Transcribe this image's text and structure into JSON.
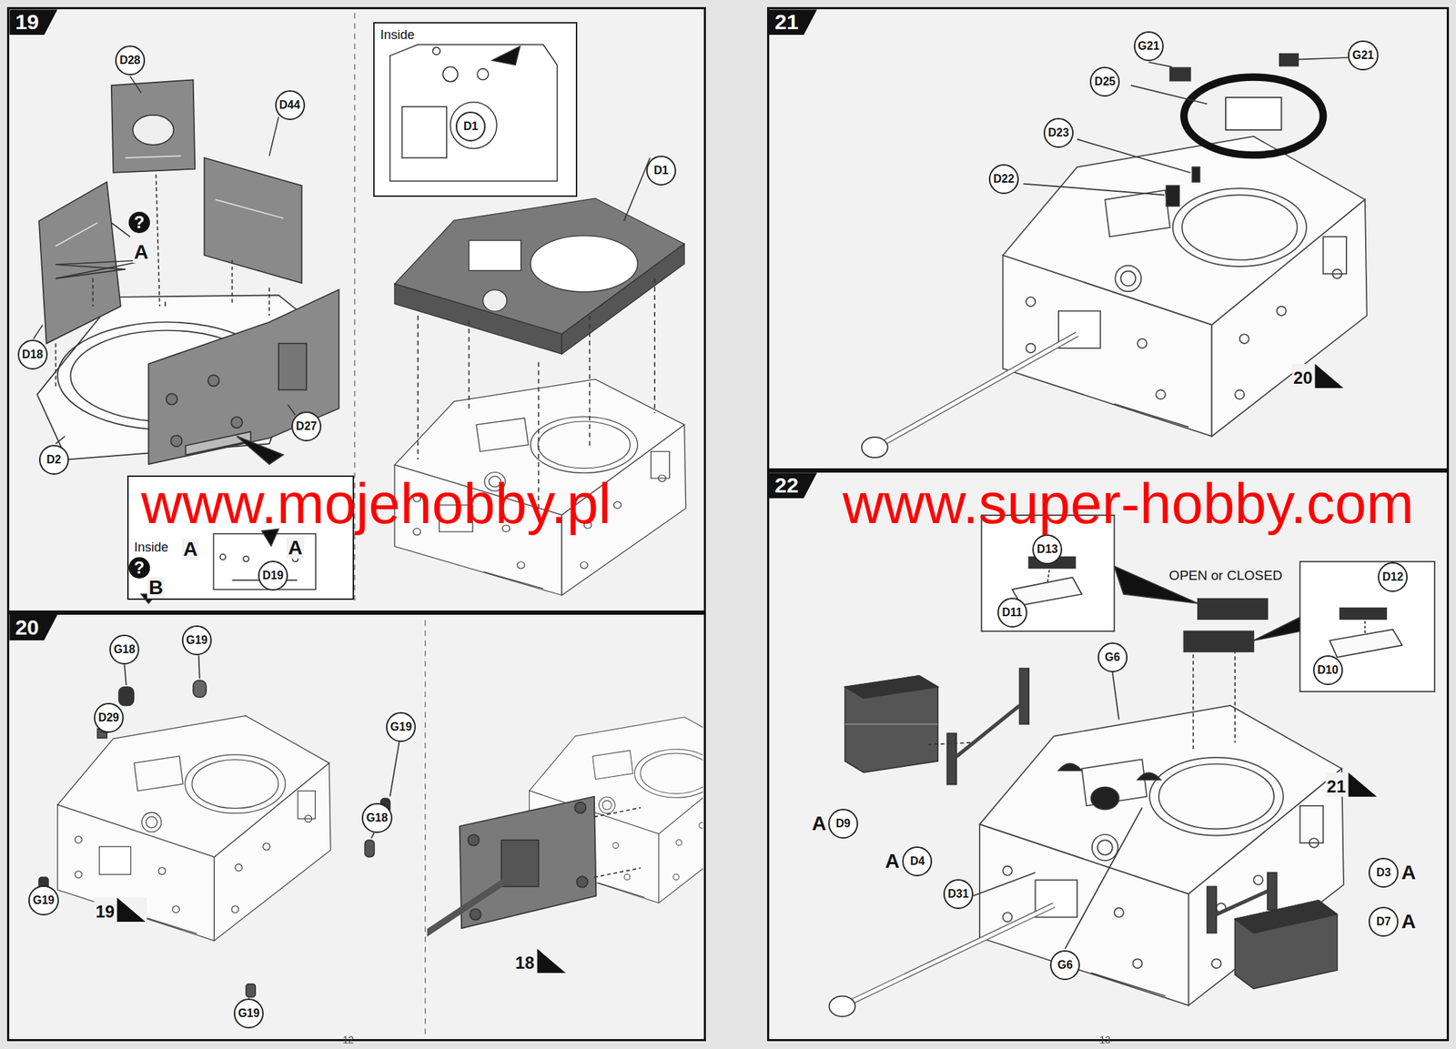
{
  "diagram": {
    "nodes": [
      {
        "text": [
          "19"
        ]
      },
      {
        "text": [
          "Inside"
        ],
        "in": 0
      },
      {
        "text": [
          "Inside"
        ],
        "in": 0
      },
      {
        "text": [
          "20"
        ]
      },
      {
        "text": [
          "21"
        ]
      },
      {
        "text": [
          "22"
        ]
      }
    ],
    "labels": [
      "D28",
      "D44",
      "?",
      "A",
      "D18",
      "D27",
      "D2",
      "D1",
      "D1",
      "A",
      "A",
      "?",
      "B",
      "D19",
      "D29",
      "G18",
      "G19",
      "G19",
      "G18",
      "G19",
      "G19",
      "19",
      "18",
      "G21",
      "G21",
      "D25",
      "D23",
      "D22",
      "20",
      "D13",
      "OPEN or CLOSED",
      "D11",
      "D12",
      "D10",
      "G6",
      "21",
      "A",
      "D9",
      "A",
      "D4",
      "D31",
      "D3",
      "A",
      "D7",
      "A",
      "G6",
      "www.mojehobby.pl",
      "www.super-hobby.com",
      "12",
      "13"
    ]
  }
}
